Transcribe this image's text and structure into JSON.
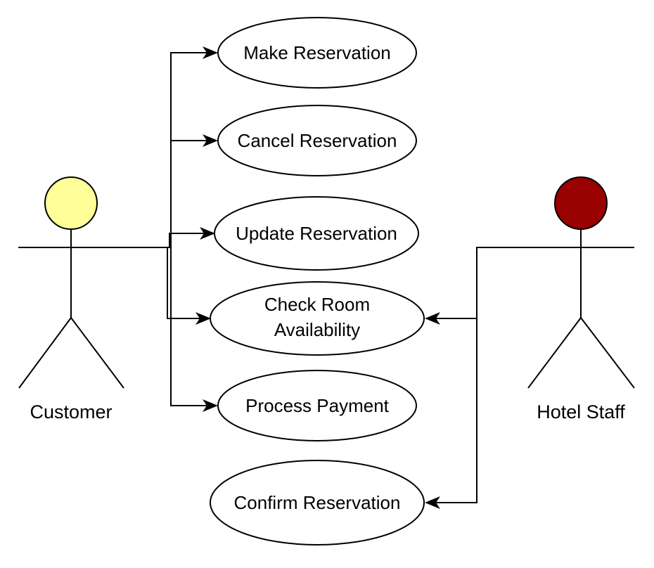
{
  "actors": {
    "customer": {
      "label": "Customer",
      "head_color": "#FFFF99"
    },
    "hotel_staff": {
      "label": "Hotel Staff",
      "head_color": "#990000"
    }
  },
  "use_cases": {
    "make_reservation": {
      "lines": [
        "Make Reservation"
      ]
    },
    "cancel_reservation": {
      "lines": [
        "Cancel Reservation"
      ]
    },
    "update_reservation": {
      "lines": [
        "Update Reservation"
      ]
    },
    "check_room_availability": {
      "lines": [
        "Check Room",
        "Availability"
      ]
    },
    "process_payment": {
      "lines": [
        "Process Payment"
      ]
    },
    "confirm_reservation": {
      "lines": [
        "Confirm Reservation"
      ]
    }
  },
  "colors": {
    "line": "#000000",
    "background": "#FFFFFF"
  }
}
